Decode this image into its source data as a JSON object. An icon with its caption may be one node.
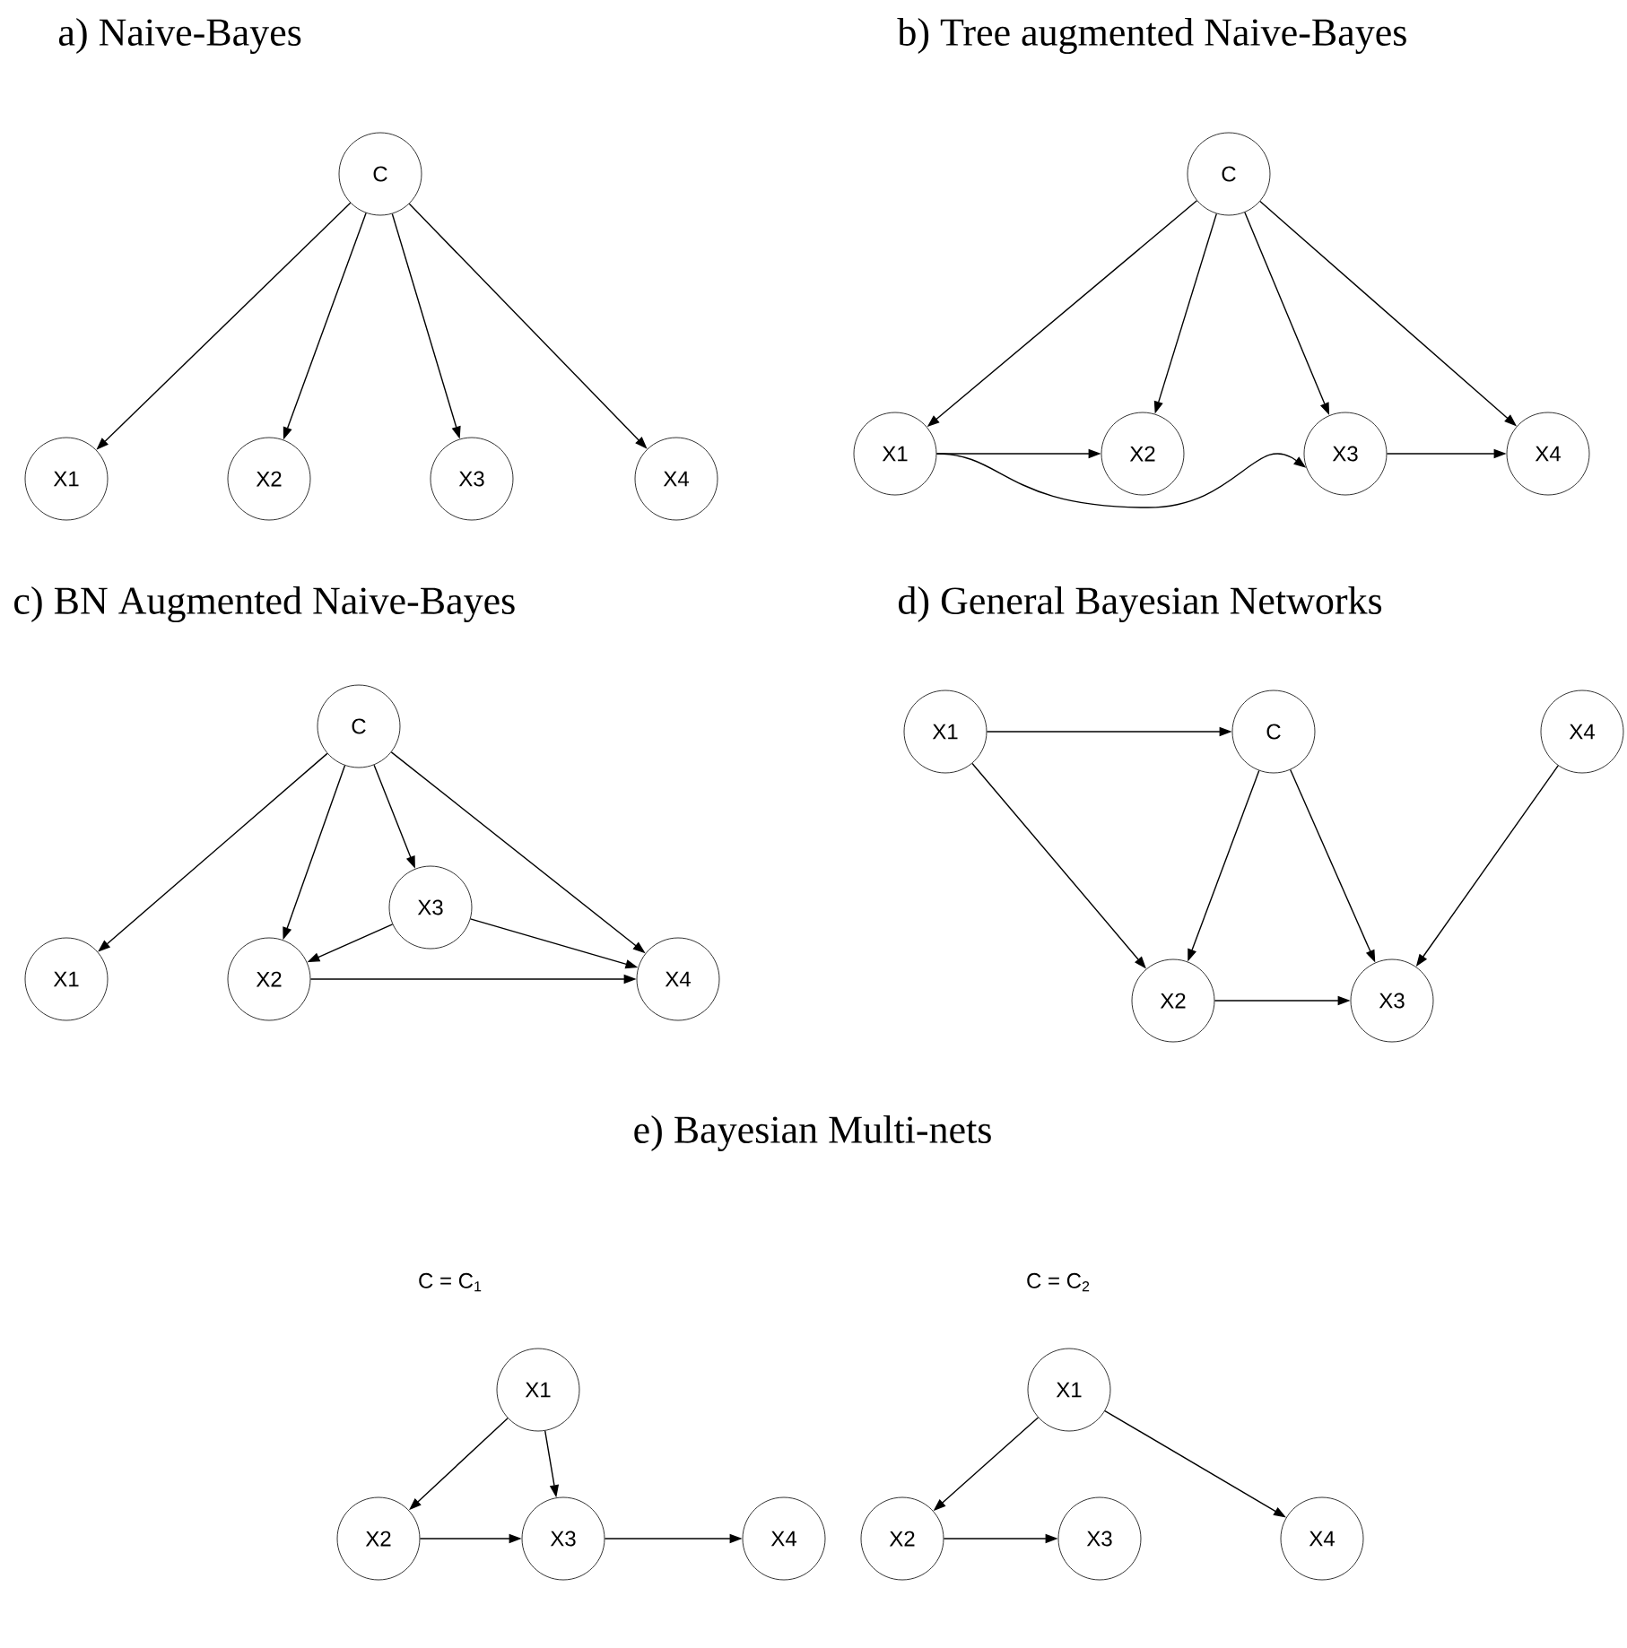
{
  "diagram": {
    "nodes": [
      {
        "text": [
          "C"
        ]
      },
      {
        "text": [
          "X1"
        ]
      },
      {
        "text": [
          "X2"
        ]
      },
      {
        "text": [
          "X3"
        ]
      },
      {
        "text": [
          "X4"
        ]
      },
      {
        "text": [
          "C"
        ]
      },
      {
        "text": [
          "X1"
        ]
      },
      {
        "text": [
          "X2"
        ]
      },
      {
        "text": [
          "X3"
        ]
      },
      {
        "text": [
          "X4"
        ]
      },
      {
        "text": [
          "C"
        ]
      },
      {
        "text": [
          "X1"
        ]
      },
      {
        "text": [
          "X2"
        ]
      },
      {
        "text": [
          "X3"
        ]
      },
      {
        "text": [
          "X4"
        ]
      },
      {
        "text": [
          "X1"
        ]
      },
      {
        "text": [
          "C"
        ]
      },
      {
        "text": [
          "X4"
        ]
      },
      {
        "text": [
          "X2"
        ]
      },
      {
        "text": [
          "X3"
        ]
      },
      {
        "text": [
          "X1"
        ]
      },
      {
        "text": [
          "X2"
        ]
      },
      {
        "text": [
          "X3"
        ]
      },
      {
        "text": [
          "X4"
        ]
      },
      {
        "text": [
          "X1"
        ]
      },
      {
        "text": [
          "X2"
        ]
      },
      {
        "text": [
          "X3"
        ]
      },
      {
        "text": [
          "X4"
        ]
      }
    ],
    "edges": [
      {
        "from": 0,
        "to": 1,
        "arrow": "to"
      },
      {
        "from": 0,
        "to": 2,
        "arrow": "to"
      },
      {
        "from": 0,
        "to": 3,
        "arrow": "to"
      },
      {
        "from": 0,
        "to": 4,
        "arrow": "to"
      },
      {
        "from": 5,
        "to": 6,
        "arrow": "to"
      },
      {
        "from": 5,
        "to": 7,
        "arrow": "to"
      },
      {
        "from": 5,
        "to": 8,
        "arrow": "to"
      },
      {
        "from": 5,
        "to": 9,
        "arrow": "to"
      },
      {
        "from": 6,
        "to": 7,
        "arrow": "to"
      },
      {
        "from": 6,
        "to": 8,
        "arrow": "to"
      },
      {
        "from": 8,
        "to": 9,
        "arrow": "to"
      },
      {
        "from": 10,
        "to": 11,
        "arrow": "to"
      },
      {
        "from": 10,
        "to": 12,
        "arrow": "to"
      },
      {
        "from": 10,
        "to": 13,
        "arrow": "to"
      },
      {
        "from": 10,
        "to": 14,
        "arrow": "to"
      },
      {
        "from": 13,
        "to": 12,
        "arrow": "to"
      },
      {
        "from": 13,
        "to": 14,
        "arrow": "to"
      },
      {
        "from": 12,
        "to": 14,
        "arrow": "to"
      },
      {
        "from": 15,
        "to": 16,
        "arrow": "to"
      },
      {
        "from": 15,
        "to": 18,
        "arrow": "to"
      },
      {
        "from": 16,
        "to": 18,
        "arrow": "to"
      },
      {
        "from": 16,
        "to": 19,
        "arrow": "to"
      },
      {
        "from": 17,
        "to": 19,
        "arrow": "to"
      },
      {
        "from": 18,
        "to": 19,
        "arrow": "to"
      },
      {
        "from": 20,
        "to": 21,
        "arrow": "to"
      },
      {
        "from": 20,
        "to": 22,
        "arrow": "to"
      },
      {
        "from": 21,
        "to": 22,
        "arrow": "to"
      },
      {
        "from": 22,
        "to": 23,
        "arrow": "to"
      },
      {
        "from": 24,
        "to": 25,
        "arrow": "to"
      },
      {
        "from": 24,
        "to": 27,
        "arrow": "to"
      },
      {
        "from": 25,
        "to": 26,
        "arrow": "to"
      }
    ],
    "labels": [
      "a) Naive-Bayes",
      "b) Tree augmented Naive-Bayes",
      "c) BN Augmented Naive-Bayes",
      "d) General Bayesian Networks",
      "e) Bayesian Multi-nets",
      "C = C$_{1}$",
      "C = C$_{2}$"
    ]
  }
}
